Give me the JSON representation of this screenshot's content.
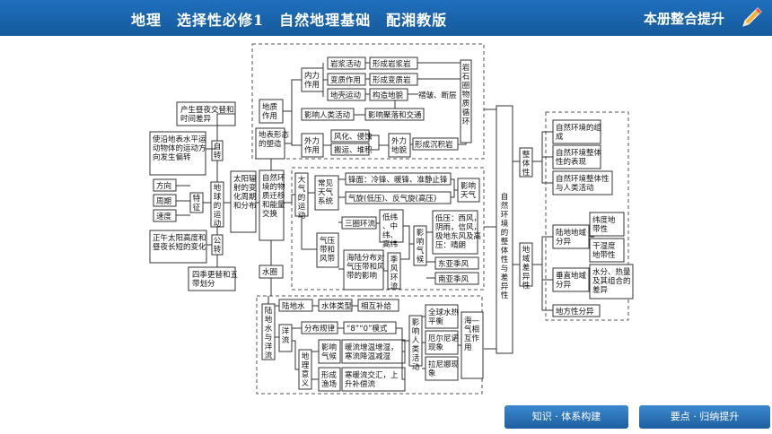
{
  "header": {
    "title": "地理　选择性必修1　自然地理基础　配湘教版",
    "right_label": "本册整合提升"
  },
  "colors": {
    "header_bg": "#1f6fbd",
    "tab_bg": "#2a74ba"
  },
  "icons": {
    "pencil": "pencil-icon"
  },
  "footer_tabs": [
    "知识 · 体系构建",
    "要点 · 归纳提升"
  ],
  "diagram": {
    "left": {
      "earth_motion": "地球的运动",
      "rotation": "自转",
      "revolution": "公转",
      "rotation_effects": [
        "产生昼夜交替和时间差异",
        "使沿地表水平运动物体的运动方向发生偏转"
      ],
      "features_label": "特征",
      "features": [
        "方向",
        "周期",
        "速度"
      ],
      "revolution_effects": [
        "正午太阳高度和昼夜长短的变化",
        "四季更替和五带划分"
      ],
      "solar": "太阳辐射的变化周期和分布",
      "cycle": "自然环境的物质迁移和能量交换",
      "water_cycle": "水圈"
    },
    "rock": {
      "group": "地质作用",
      "internal": "内力作用",
      "external": "外力作用",
      "magma": "岩浆活动",
      "metamorphism": "变质作用",
      "crust": "地壳运动",
      "r1": "形成岩浆岩",
      "r2": "形成变质岩",
      "structure": "构造地貌",
      "fold_fault": "褶皱、断层",
      "human": "影响人类活动",
      "settlement": "影响聚落和交通",
      "landform": "地表形态的塑造",
      "weathering": "风化、侵蚀",
      "deposition": "搬运、堆积",
      "ext_landform": "外力地貌",
      "sedimentary": "形成沉积岩",
      "rock_cycle": "岩石圈物质循环"
    },
    "atmos": {
      "group": "大气的运动",
      "systems": "常见天气系统",
      "fronts": "锋面：冷锋、暖锋、准静止锋",
      "cyclone": "气旋(低压)、反气旋(高压)",
      "weather": "影响天气",
      "pressure_belts": "气压带和风带",
      "three_cell": "三圈环流",
      "lat_belts": "低纬、中纬、高纬",
      "land_sea": "海陆分布对气压带和风带的影响",
      "monsoon": "季风环流",
      "climate": "影响气候",
      "climate_types": "低压：西风，阴雨，信风，极地东风及高压：晴朗",
      "east_asia": "东亚季风",
      "south_asia": "南亚季风"
    },
    "hydro": {
      "group": "陆地水与洋流",
      "land_water": "陆地水",
      "water_types": "水体类型",
      "supply": "相互补给",
      "ocean": "洋流",
      "pattern": "分布规律",
      "model": "“8”“0”模式",
      "geo_meaning": "地理意义",
      "climate_effect": "影响气候",
      "fishery": "形成渔场",
      "warm_cold": "暖流增温增湿，寒流降温减湿",
      "mix": "寒暖流交汇，上升补偿流",
      "human_effect": "影响人类活动",
      "heat_balance": "全球水热平衡",
      "el_nino": "厄尔尼诺现象",
      "la_nina": "拉尼娜现象",
      "sea_air": "海—气相互作用"
    },
    "right": {
      "whole": "自然环境的整体性与差异性",
      "integrity": "整体性",
      "integrity_items": [
        "自然环境的组成",
        "自然环境整体性的表现",
        "自然环境整体性与人类活动"
      ],
      "difference": "地域差异性",
      "zonal_land": "陆地地域分异",
      "zonal_items": [
        "纬度地带性",
        "干湿度地带性"
      ],
      "vertical": "垂直地域分异",
      "vertical_item": "水分、热量及其组合的差异",
      "local": "地方性分异"
    }
  }
}
